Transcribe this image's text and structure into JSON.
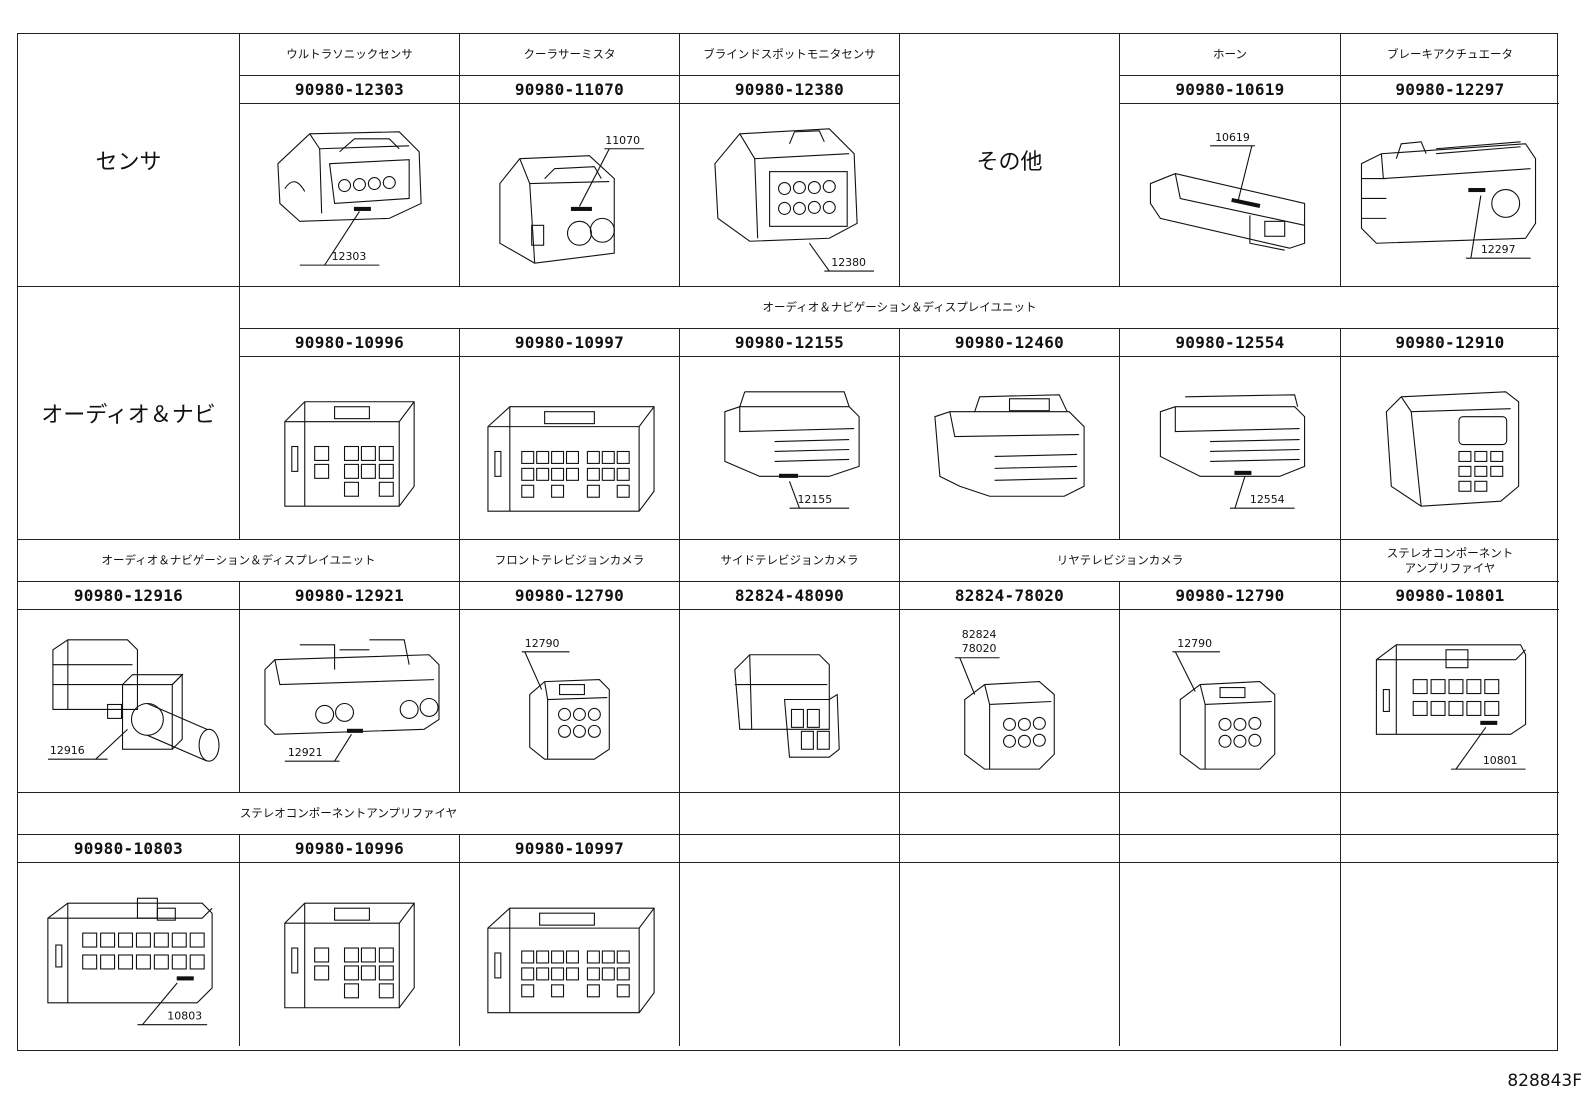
{
  "categories": {
    "sensor": "センサ",
    "audio_navi": "オーディオ＆ナビ",
    "other": "その他"
  },
  "row1": {
    "labels": [
      "ウルトラソニックセンサ",
      "クーラサーミスタ",
      "ブラインドスポットモニタセンサ",
      "ホーン",
      "ブレーキアクチュエータ"
    ],
    "parts": [
      "90980-12303",
      "90980-11070",
      "90980-12380",
      "90980-10619",
      "90980-12297"
    ],
    "callouts": [
      "12303",
      "11070",
      "12380",
      "10619",
      "12297"
    ]
  },
  "row2": {
    "header": "オーディオ＆ナビゲーション＆ディスプレイユニット",
    "parts": [
      "90980-10996",
      "90980-10997",
      "90980-12155",
      "90980-12460",
      "90980-12554",
      "90980-12910"
    ],
    "callouts": [
      "12155",
      "12554"
    ]
  },
  "row3": {
    "labels": [
      "オーディオ＆ナビゲーション＆ディスプレイユニット",
      "フロントテレビジョンカメラ",
      "サイドテレビジョンカメラ",
      "リヤテレビジョンカメラ",
      "ステレオコンポーネント\nアンプリファイヤ"
    ],
    "parts": [
      "90980-12916",
      "90980-12921",
      "90980-12790",
      "82824-48090",
      "82824-78020",
      "90980-12790",
      "90980-10801"
    ],
    "callouts": [
      "12916",
      "12921",
      "12790",
      "82824",
      "78020",
      "12790",
      "10801"
    ]
  },
  "row4": {
    "header": "ステレオコンポーネントアンプリファイヤ",
    "parts": [
      "90980-10803",
      "90980-10996",
      "90980-10997"
    ],
    "callouts": [
      "10803"
    ]
  },
  "figure_id": "828843F"
}
